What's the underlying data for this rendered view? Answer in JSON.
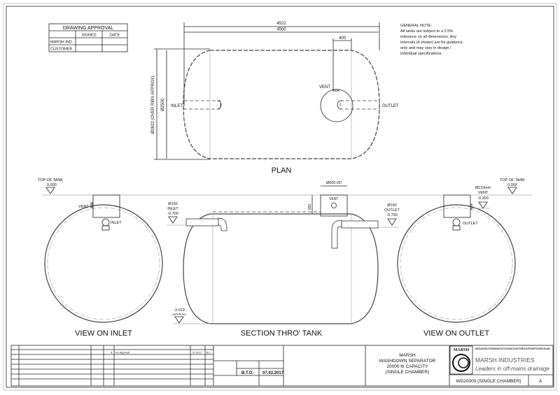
{
  "approval": {
    "title": "DRAWING APPROVAL",
    "col_signed": "SIGNED",
    "col_date": "DATE",
    "rows": [
      "MARSH IND.",
      "CUSTOMER"
    ]
  },
  "general_note": {
    "title": "GENERAL NOTE:",
    "lines": [
      "All tanks are subject to a 2.5%",
      "tolerance on all dimensions. Any",
      "internals (if shown) are for guidance",
      "only and may vary in design /",
      "individual specifications."
    ]
  },
  "plan": {
    "title": "PLAN",
    "dim_overall": "4522",
    "dim_length": "4500",
    "dim_vent": "400",
    "dim_dia": "Ø2500",
    "dim_dia_ribs": "Ø2622 (OVER RIBS APPROX)",
    "inlet": "INLET",
    "outlet": "OUTLET",
    "vent": "VENT"
  },
  "section": {
    "title": "SECTION THRO' TANK",
    "turret": "Ø600 I/D",
    "turret_height": "650",
    "vent": "VENT",
    "inlet": [
      "Ø160",
      "INLET",
      "-0.700"
    ],
    "outlet": [
      "Ø160",
      "OUTLET",
      "-0.750"
    ],
    "base": "-3.012",
    "base_note": "(APPROX)"
  },
  "view_inlet": {
    "title": "VIEW ON INLET",
    "top": "TOP OF TANK",
    "top_level": "0.000",
    "vent": "VENT",
    "inlet": "INLET"
  },
  "view_outlet": {
    "title": "VIEW ON OUTLET",
    "top": "TOP OF TANK",
    "top_level": "0.000",
    "vent": [
      "Ø110mm",
      "VENT",
      "-0.300"
    ],
    "outlet": "OUTLET"
  },
  "title_block": {
    "rev_row": {
      "rev": "A",
      "description": "For Approval",
      "date": "07.03.17",
      "by": "B.C."
    },
    "drawn": "B.T.O.",
    "date": "07.03.2017",
    "title": [
      "MARSH",
      "WASHDOWN SEPARATOR",
      "20000 ltr CAPACITY",
      "(SINGLE CHAMBER)"
    ],
    "company": "MARSH INDUSTRIES",
    "logo": "MARSH",
    "tagline": "Leaders in off-mains drainage",
    "address": "UNITS 8-12 ADDINGTON PARK IND. EST., LITTLE ADDINGTON, KETTERING, NORTHAMPTONSHIRE, NN14 4AS",
    "drawing_no": "WD20000 (SINGLE CHAMBER)",
    "revision": "A"
  }
}
